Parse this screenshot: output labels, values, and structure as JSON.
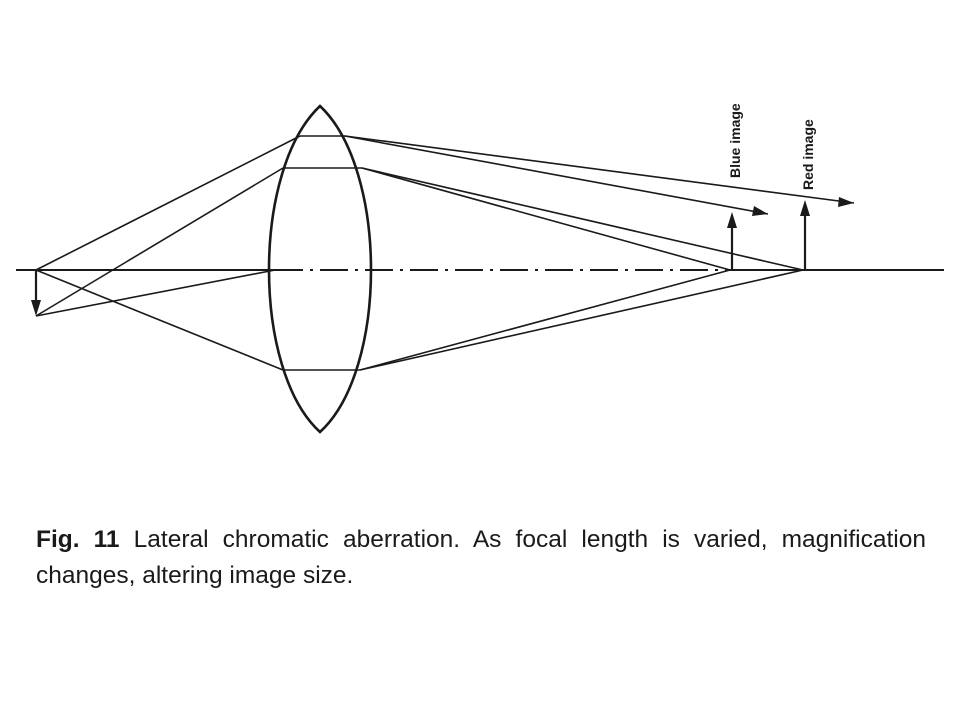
{
  "diagram": {
    "labels": {
      "blue_image": "Blue image",
      "red_image": "Red image"
    }
  },
  "caption": {
    "fig_prefix": "Fig.",
    "fig_number": "11",
    "text": "Lateral chromatic aberration. As focal length is varied, magnification changes, altering image size."
  }
}
